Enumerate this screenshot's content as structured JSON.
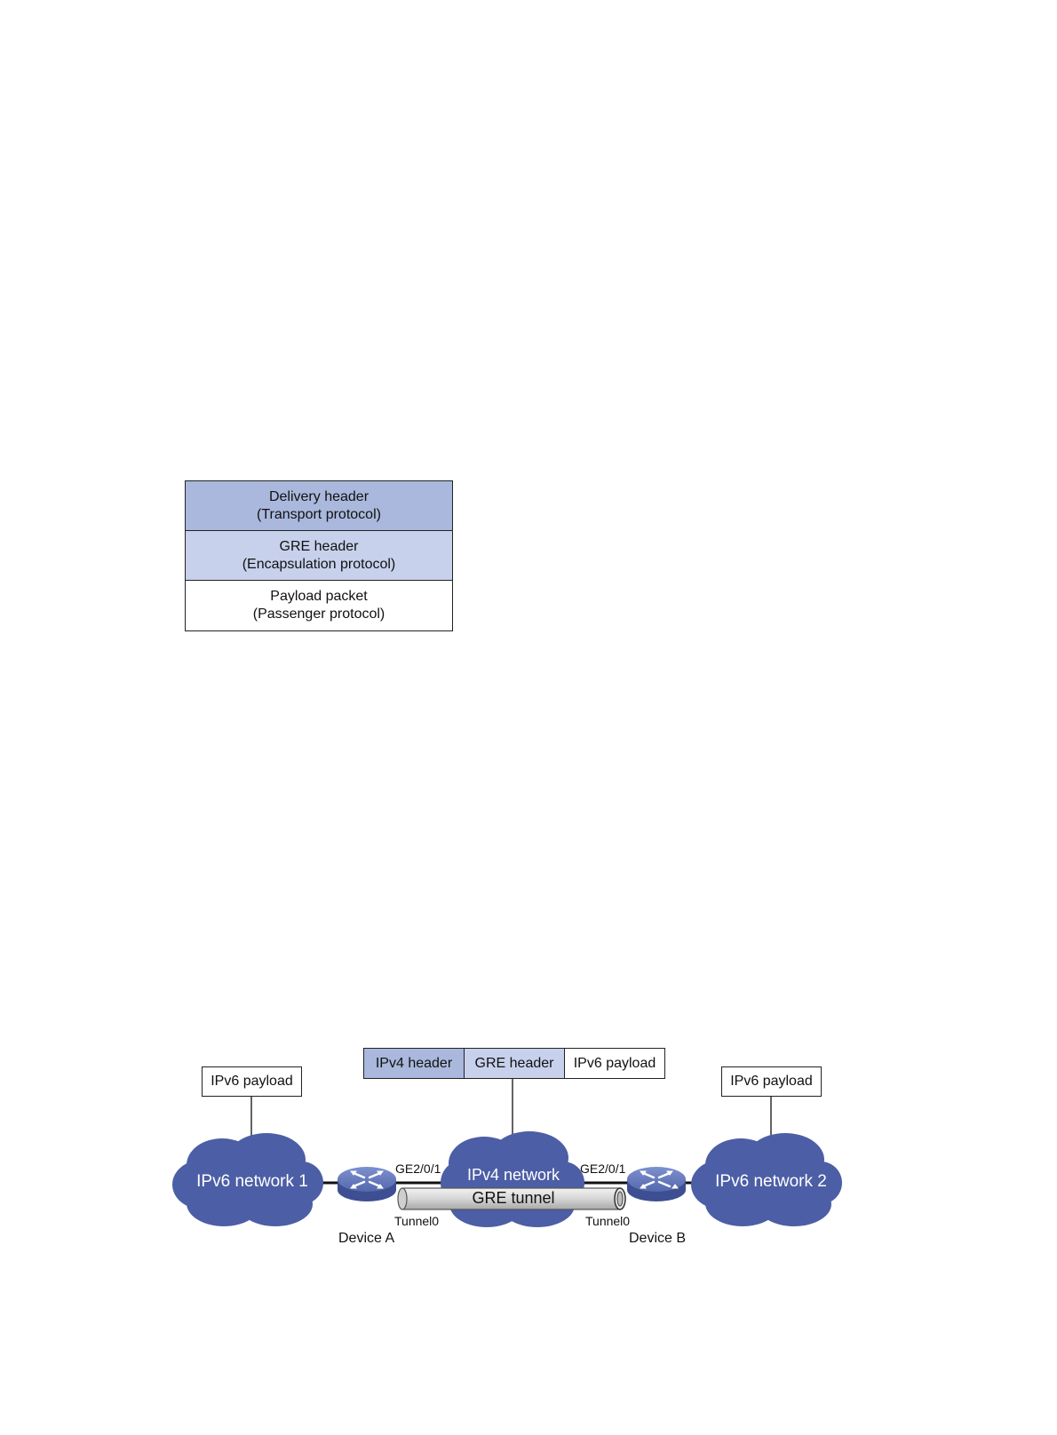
{
  "encapsulation_stack": {
    "rows": [
      {
        "line1": "Delivery header",
        "line2": "(Transport protocol)",
        "color": "#a9b8dc"
      },
      {
        "line1": "GRE header",
        "line2": "(Encapsulation protocol)",
        "color": "#c7d1ec"
      },
      {
        "line1": "Payload packet",
        "line2": "(Passenger protocol)",
        "color": "#ffffff"
      }
    ]
  },
  "topology": {
    "packet": {
      "ipv4_header": "IPv4 header",
      "gre_header": "GRE header",
      "ipv6_payload": "IPv6 payload"
    },
    "left_payload": "IPv6 payload",
    "right_payload": "IPv6 payload",
    "clouds": {
      "left": "IPv6 network 1",
      "middle": "IPv4 network",
      "right": "IPv6 network 2"
    },
    "tunnel_label": "GRE tunnel",
    "device_a": {
      "name": "Device A",
      "interface": "GE2/0/1",
      "tunnel": "Tunnel0"
    },
    "device_b": {
      "name": "Device B",
      "interface": "GE2/0/1",
      "tunnel": "Tunnel0"
    },
    "colors": {
      "cloud": "#4c5ea5",
      "router": "#5a6fb5",
      "tunnel": "#d8d8d8"
    }
  }
}
